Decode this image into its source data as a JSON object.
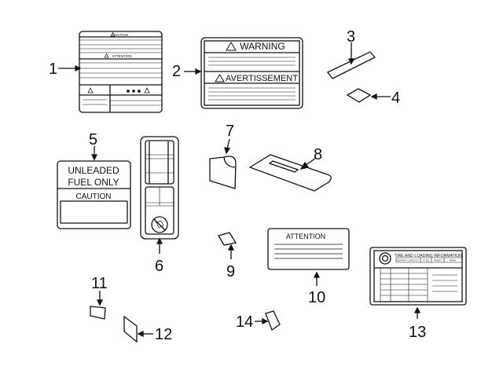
{
  "callouts": {
    "n1": "1",
    "n2": "2",
    "n3": "3",
    "n4": "4",
    "n5": "5",
    "n6": "6",
    "n7": "7",
    "n8": "8",
    "n9": "9",
    "n10": "10",
    "n11": "11",
    "n12": "12",
    "n13": "13",
    "n14": "14"
  },
  "labels": {
    "label1": {
      "caution": "CAUTION",
      "attention": "ATTENTION"
    },
    "label2": {
      "warning": "WARNING",
      "avertissement": "AVERTISSEMENT"
    },
    "label5": {
      "line1": "UNLEADED",
      "line2": "FUEL ONLY",
      "caution": "CAUTION"
    },
    "label10": {
      "attention": "ATTENTION"
    },
    "label13": {
      "title": "TIRE AND LOADING INFORMATION",
      "col1": "SEATING CAPACITY",
      "col2": "TOTAL",
      "col3": "FRONT",
      "col4": "REAR"
    }
  }
}
